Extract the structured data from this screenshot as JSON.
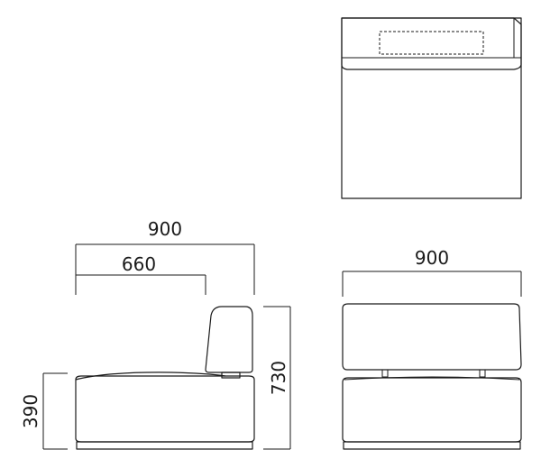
{
  "dimensions": {
    "side_total_width": "900",
    "side_seat_depth": "660",
    "side_total_height": "730",
    "side_seat_height": "390",
    "front_width": "900"
  }
}
